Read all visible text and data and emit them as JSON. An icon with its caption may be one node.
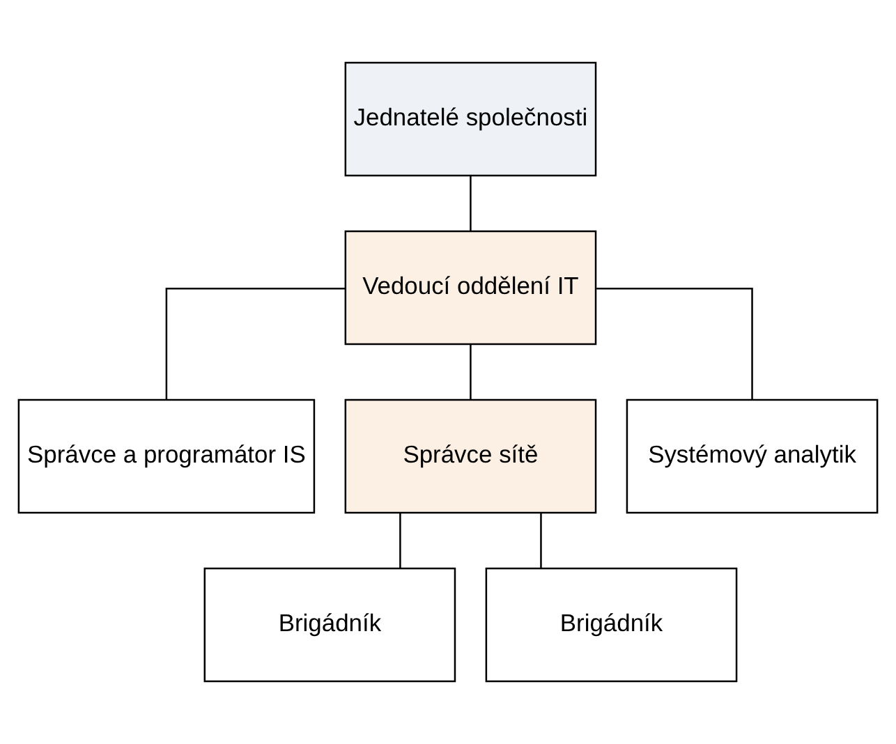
{
  "diagram": {
    "nodes": [
      {
        "text": [
          "Jednatelé společnosti"
        ]
      },
      {
        "text": [
          "Vedoucí oddělení IT"
        ]
      },
      {
        "text": [
          "Správce a programátor IS"
        ]
      },
      {
        "text": [
          "Správce sítě"
        ]
      },
      {
        "text": [
          "Systémový analytik"
        ]
      },
      {
        "text": [
          "Brigádník"
        ]
      },
      {
        "text": [
          "Brigádník"
        ]
      }
    ],
    "edges": [
      {
        "from": 0,
        "to": 1,
        "arrow": "none"
      },
      {
        "from": 1,
        "to": 2,
        "arrow": "none"
      },
      {
        "from": 1,
        "to": 3,
        "arrow": "none"
      },
      {
        "from": 1,
        "to": 4,
        "arrow": "none"
      },
      {
        "from": 3,
        "to": 5,
        "arrow": "none"
      },
      {
        "from": 3,
        "to": 6,
        "arrow": "none"
      }
    ]
  }
}
